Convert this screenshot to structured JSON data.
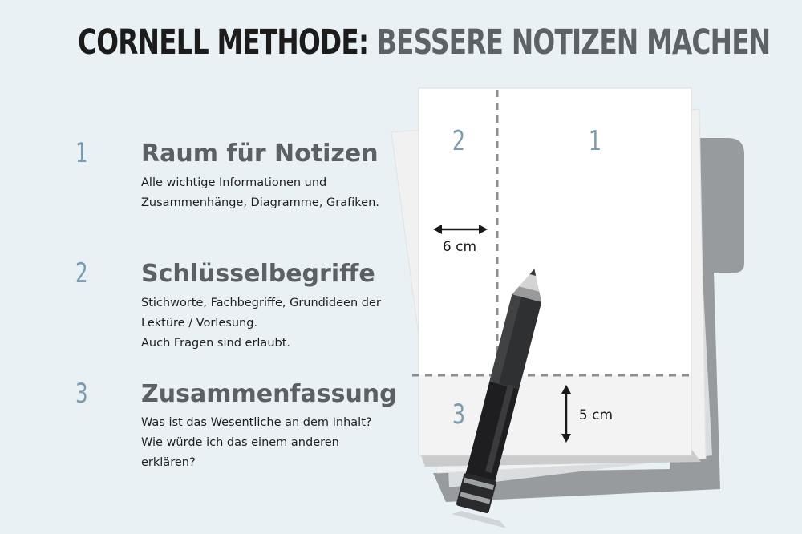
{
  "header": {
    "title_part1": "CORNELL METHODE:",
    "title_part2": "BESSERE NOTIZEN MACHEN"
  },
  "sections": [
    {
      "number": "1",
      "heading": "Raum für Notizen",
      "text": "Alle wichtige Informationen und\nZusammenhänge, Diagramme, Grafiken."
    },
    {
      "number": "2",
      "heading": "Schlüsselbegriffe",
      "text": "Stichworte, Fachbegriffe, Grundideen der\nLektüre / Vorlesung.\nAuch Fragen sind erlaubt."
    },
    {
      "number": "3",
      "heading": "Zusammenfassung",
      "text": "Was ist das Wesentliche an dem Inhalt?\nWie würde ich das einem anderen\nerklären?"
    }
  ],
  "diagram": {
    "area_notes_label": "1",
    "area_cue_label": "2",
    "area_summary_label": "3",
    "cue_width_label": "6 cm",
    "summary_height_label": "5 cm"
  },
  "colors": {
    "background": "#e9f1f5",
    "number_accent": "#7b9bb0",
    "heading": "#5b6064",
    "title_dark": "#1c1c1c",
    "title_grey": "#5c6266"
  }
}
